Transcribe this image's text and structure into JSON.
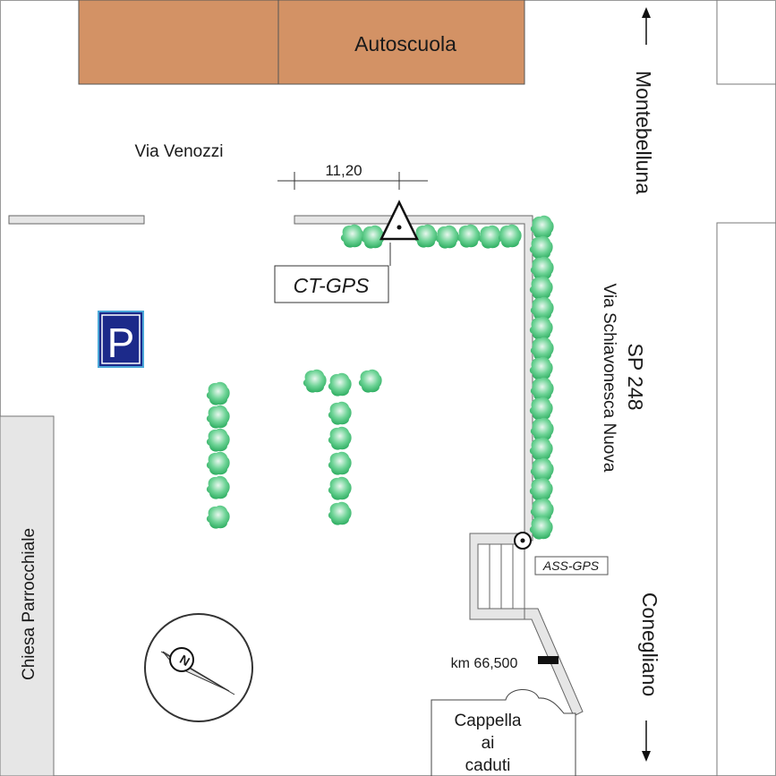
{
  "buildings": {
    "driving_school": "Autoscuola",
    "church": "Chiesa Parrocchiale",
    "chapel_line1": "Cappella",
    "chapel_line2": "ai",
    "chapel_line3": "caduti"
  },
  "streets": {
    "via_venozzi": "Via Venozzi",
    "via_schiavonesca": "Via Schiavonesca Nuova",
    "sp": "SP 248"
  },
  "directions": {
    "north": "Montebelluna",
    "south": "Conegliano"
  },
  "markers": {
    "ct_gps": "CT-GPS",
    "ass_gps": "ASS-GPS",
    "km": "km 66,500",
    "distance": "11,20",
    "parking": "P",
    "compass": "N"
  },
  "colors": {
    "building": "#d39265",
    "tree": "#4fc57e",
    "parking_blue": "#1c2a8a",
    "wall": "#e6e6e6"
  }
}
